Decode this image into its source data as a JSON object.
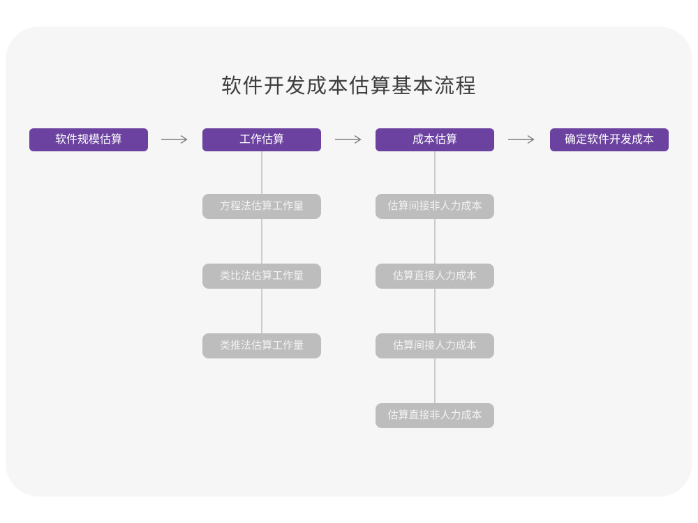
{
  "title": "软件开发成本估算基本流程",
  "colors": {
    "purple": "#6B42A0",
    "gray_box": "#BDBDBD",
    "card_bg": "#F6F6F6",
    "page_bg": "#FFFFFF",
    "arrow": "#7F7F7F",
    "connector": "#CBCBCB",
    "title_color": "#3E3E3E",
    "box_text": "#FFFFFF",
    "gray_box_text": "#F2F2F2"
  },
  "flow": {
    "stages": [
      {
        "label": "软件规模估算"
      },
      {
        "label": "工作估算"
      },
      {
        "label": "成本估算"
      },
      {
        "label": "确定软件开发成本"
      }
    ],
    "work_estimation_methods": [
      "方程法估算工作量",
      "类比法估算工作量",
      "类推法估算工作量"
    ],
    "cost_estimation_steps": [
      "估算间接非人力成本",
      "估算直接人力成本",
      "估算间接人力成本",
      "估算直接非人力成本"
    ]
  }
}
